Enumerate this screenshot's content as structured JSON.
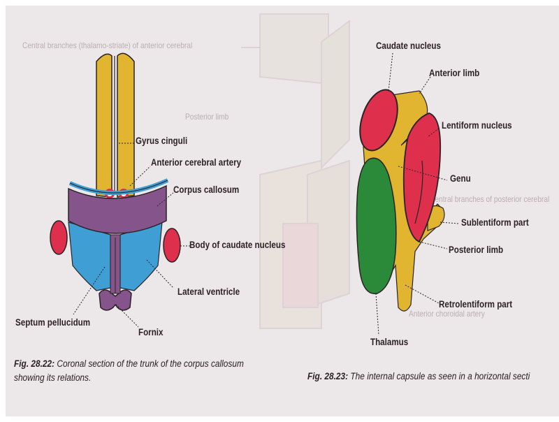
{
  "background_text": {
    "central_branches": "Central branches (thalamo-striate) of anterior cerebral",
    "posterior_limb": "Posterior limb",
    "central_branches_2": "Central branches of posterior cerebral",
    "bottom": "Anterior choroidal artery"
  },
  "figure_1": {
    "labels": {
      "gyrus_cinguli": "Gyrus cinguli",
      "anterior_cerebral_artery": "Anterior cerebral artery",
      "corpus_callosum": "Corpus callosum",
      "body_of_caudate_nucleus": "Body of caudate nucleus",
      "lateral_ventricle": "Lateral ventricle",
      "septum_pellucidum": "Septum pellucidum",
      "fornix": "Fornix"
    },
    "caption_number": "Fig. 28.22:",
    "caption_line1": "Coronal section of the trunk of the corpus callosum",
    "caption_line2": "showing its relations."
  },
  "figure_2": {
    "labels": {
      "caudate_nucleus": "Caudate nucleus",
      "anterior_limb": "Anterior limb",
      "lentiform_nucleus": "Lentiform nucleus",
      "genu": "Genu",
      "sublentiform_part": "Sublentiform part",
      "posterior_limb": "Posterior limb",
      "retrolentiform_part": "Retrolentiform part",
      "thalamus": "Thalamus"
    },
    "caption_number": "Fig. 28.23:",
    "caption_text": "The internal capsule as seen in a horizontal secti"
  },
  "colors": {
    "paper": "#ece7e8",
    "yellow": "#e2b531",
    "purple": "#84548a",
    "blue": "#3f9ed3",
    "red": "#de2f4d",
    "green": "#2a8a3a",
    "outline": "#2a2326"
  }
}
